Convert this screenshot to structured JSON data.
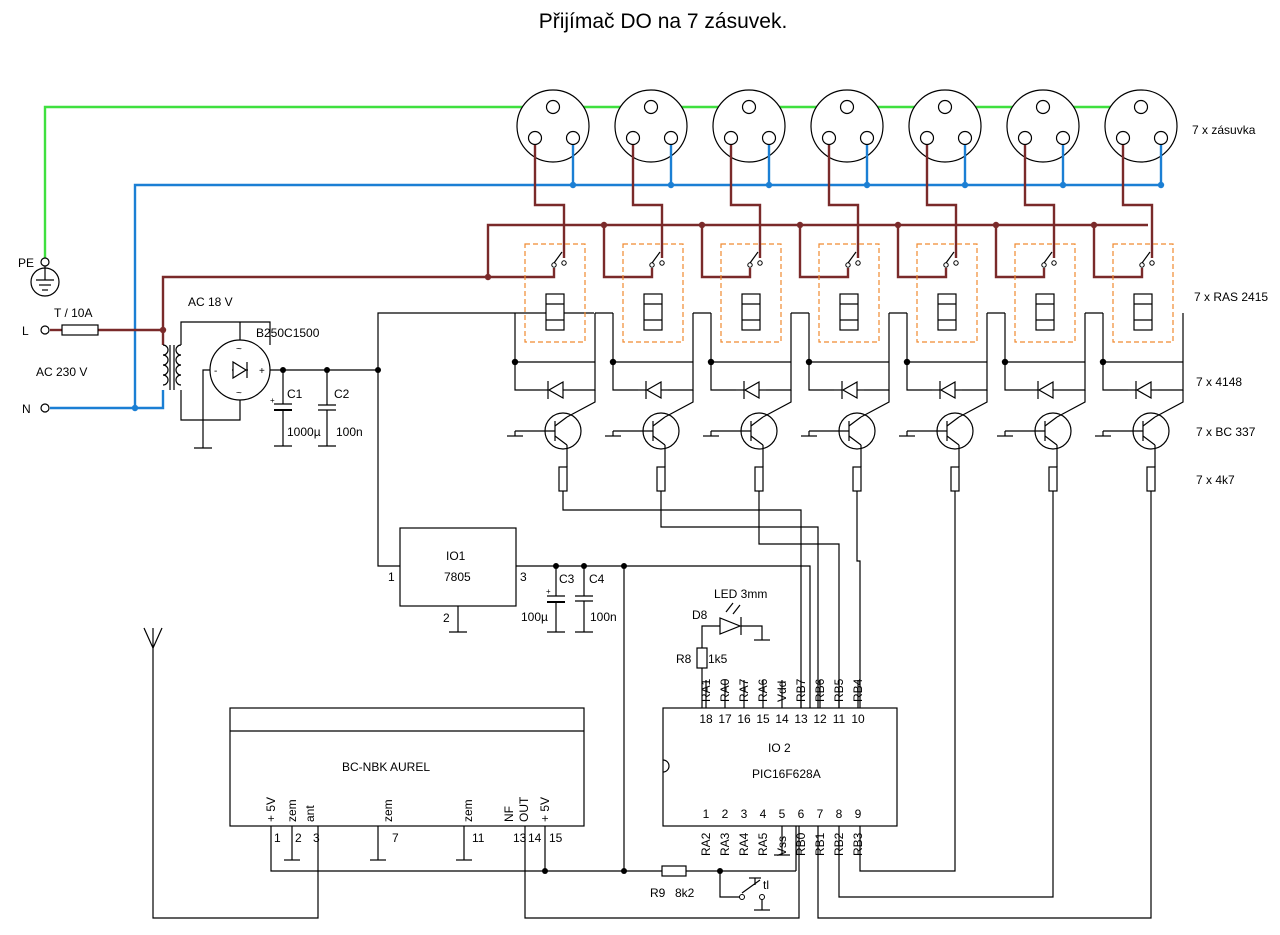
{
  "title": "Přijímač  DO na  7 zásuvek.",
  "colors": {
    "earth": "#3fe03f",
    "neutral": "#1b7fd4",
    "live": "#7a2a2a",
    "relay_outline": "#f08a30",
    "wire": "#000000"
  },
  "mains": {
    "pe": "PE",
    "l": "L",
    "n": "N",
    "fuse": "T / 10A",
    "voltage": "AC 230 V"
  },
  "transformer": "AC 18 V",
  "bridge": "B250C1500",
  "c1": {
    "ref": "C1",
    "value": "1000µ"
  },
  "c2": {
    "ref": "C2",
    "value": "100n"
  },
  "c3": {
    "ref": "C3",
    "value": "100µ"
  },
  "c4": {
    "ref": "C4",
    "value": "100n"
  },
  "socket_count": 7,
  "labels": {
    "sockets": "7 x zásuvka",
    "relays": "7 x RAS 2415",
    "diodes": "7 x 4148",
    "transistors": "7 x BC 337",
    "resistors": "7 x 4k7"
  },
  "io1": {
    "ref": "IO1",
    "part": "7805",
    "pin_in": "1",
    "pin_gnd": "2",
    "pin_out": "3"
  },
  "led": {
    "name": "LED 3mm",
    "ref": "D8"
  },
  "r8": {
    "ref": "R8",
    "value": "1k5"
  },
  "r9": {
    "ref": "R9",
    "value": "8k2"
  },
  "button": "tl",
  "io2": {
    "ref": "IO 2",
    "part": "PIC16F628A",
    "top_pins": [
      {
        "name": "RA1",
        "num": "18"
      },
      {
        "name": "RA0",
        "num": "17"
      },
      {
        "name": "RA7",
        "num": "16"
      },
      {
        "name": "RA6",
        "num": "15"
      },
      {
        "name": "Vdd",
        "num": "14"
      },
      {
        "name": "RB7",
        "num": "13"
      },
      {
        "name": "RB6",
        "num": "12"
      },
      {
        "name": "RB5",
        "num": "11"
      },
      {
        "name": "RB4",
        "num": "10"
      }
    ],
    "bottom_pins": [
      {
        "name": "RA2",
        "num": "1"
      },
      {
        "name": "RA3",
        "num": "2"
      },
      {
        "name": "RA4",
        "num": "3"
      },
      {
        "name": "RA5",
        "num": "4"
      },
      {
        "name": "Vss",
        "num": "5"
      },
      {
        "name": "RB0",
        "num": "6"
      },
      {
        "name": "RB1",
        "num": "7"
      },
      {
        "name": "RB2",
        "num": "8"
      },
      {
        "name": "RB3",
        "num": "9"
      }
    ]
  },
  "receiver": {
    "name": "BC-NBK    AUREL",
    "pins": [
      {
        "name": "+ 5V",
        "num": "1"
      },
      {
        "name": "zem",
        "num": "2"
      },
      {
        "name": "ant",
        "num": "3"
      },
      {
        "name": "zem",
        "num": "7"
      },
      {
        "name": "zem",
        "num": "11"
      },
      {
        "name": "NF",
        "num": "13"
      },
      {
        "name": "OUT",
        "num": "14"
      },
      {
        "name": "+ 5V",
        "num": "15"
      }
    ]
  }
}
